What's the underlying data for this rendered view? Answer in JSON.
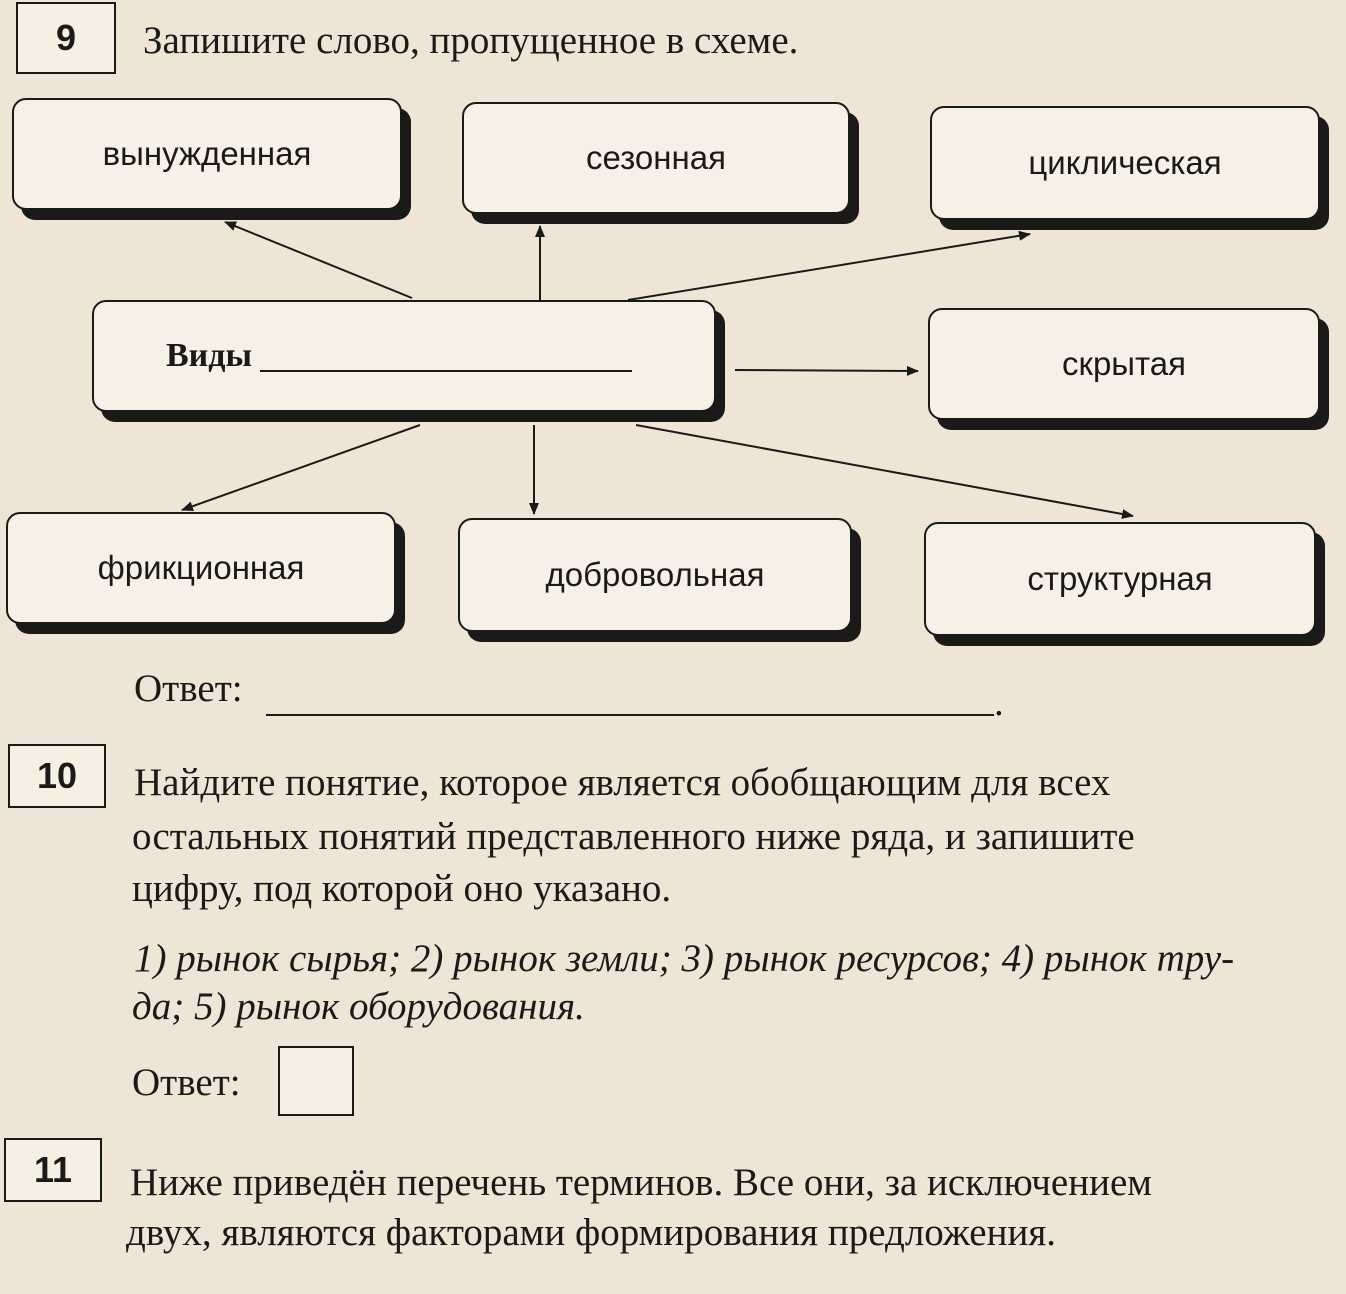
{
  "task9": {
    "number": "9",
    "question": "Запишите слово, пропущенное в схеме.",
    "center_label": "Виды",
    "boxes": {
      "top_left": "вынужденная",
      "top_center": "сезонная",
      "top_right": "циклическая",
      "middle_right": "скрытая",
      "bottom_left": "фрикционная",
      "bottom_center": "добровольная",
      "bottom_right": "структурная"
    },
    "answer_label": "Ответ:",
    "answer_end": "."
  },
  "task10": {
    "number": "10",
    "question_lines": [
      "Найдите понятие, которое является обобщающим для всех",
      "остальных понятий представленного ниже ряда, и запишите",
      "цифру, под которой оно указано."
    ],
    "options_lines": [
      "1) рынок сырья; 2) рынок земли; 3) рынок ресурсов; 4) рынок тру-",
      "да; 5) рынок оборудования."
    ],
    "answer_label": "Ответ:"
  },
  "task11": {
    "number": "11",
    "question_lines": [
      "Ниже приведён перечень терминов. Все они, за исключением",
      "двух, являются факторами формирования предложения."
    ]
  }
}
